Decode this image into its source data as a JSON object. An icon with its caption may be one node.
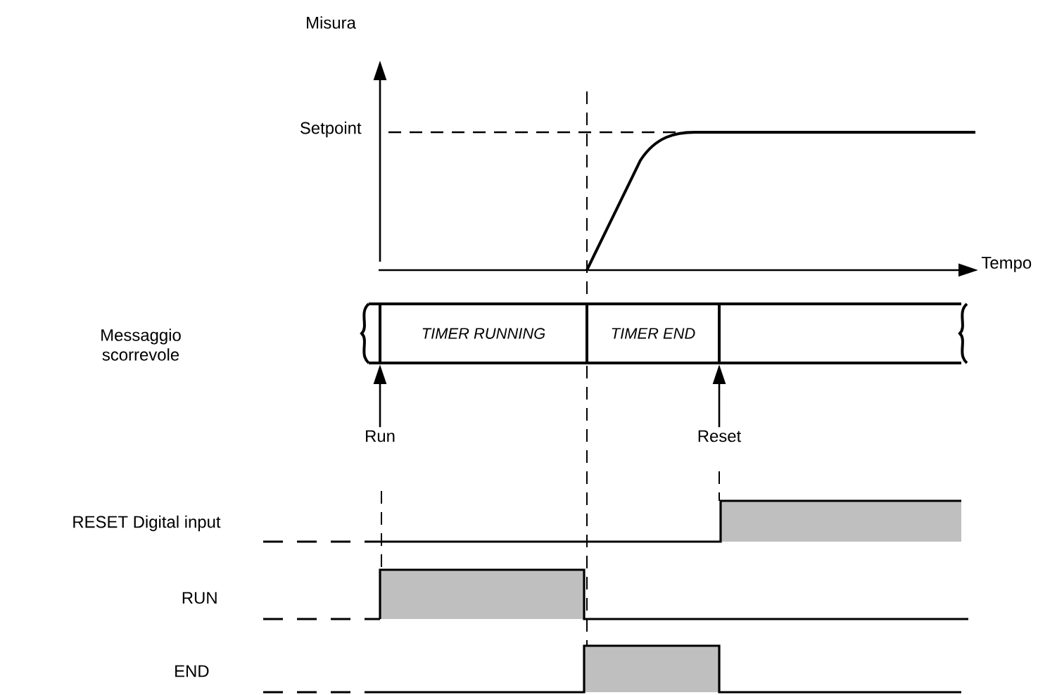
{
  "diagram": {
    "nodes": [
      {
        "text": [
          "TIMER RUNNING"
        ]
      },
      {
        "text": [
          "TIMER END"
        ]
      },
      {
        "text": [
          "Run"
        ]
      },
      {
        "text": [
          "Reset"
        ]
      }
    ],
    "edges": [
      {
        "from": 2,
        "to": 0,
        "arrow": "to"
      },
      {
        "from": 3,
        "to": 1,
        "arrow": "to"
      }
    ],
    "labels": [
      "Misura",
      "Setpoint",
      "Tempo",
      "Messaggio scorrevole",
      "RESET Digital input",
      "RUN",
      "END"
    ]
  }
}
